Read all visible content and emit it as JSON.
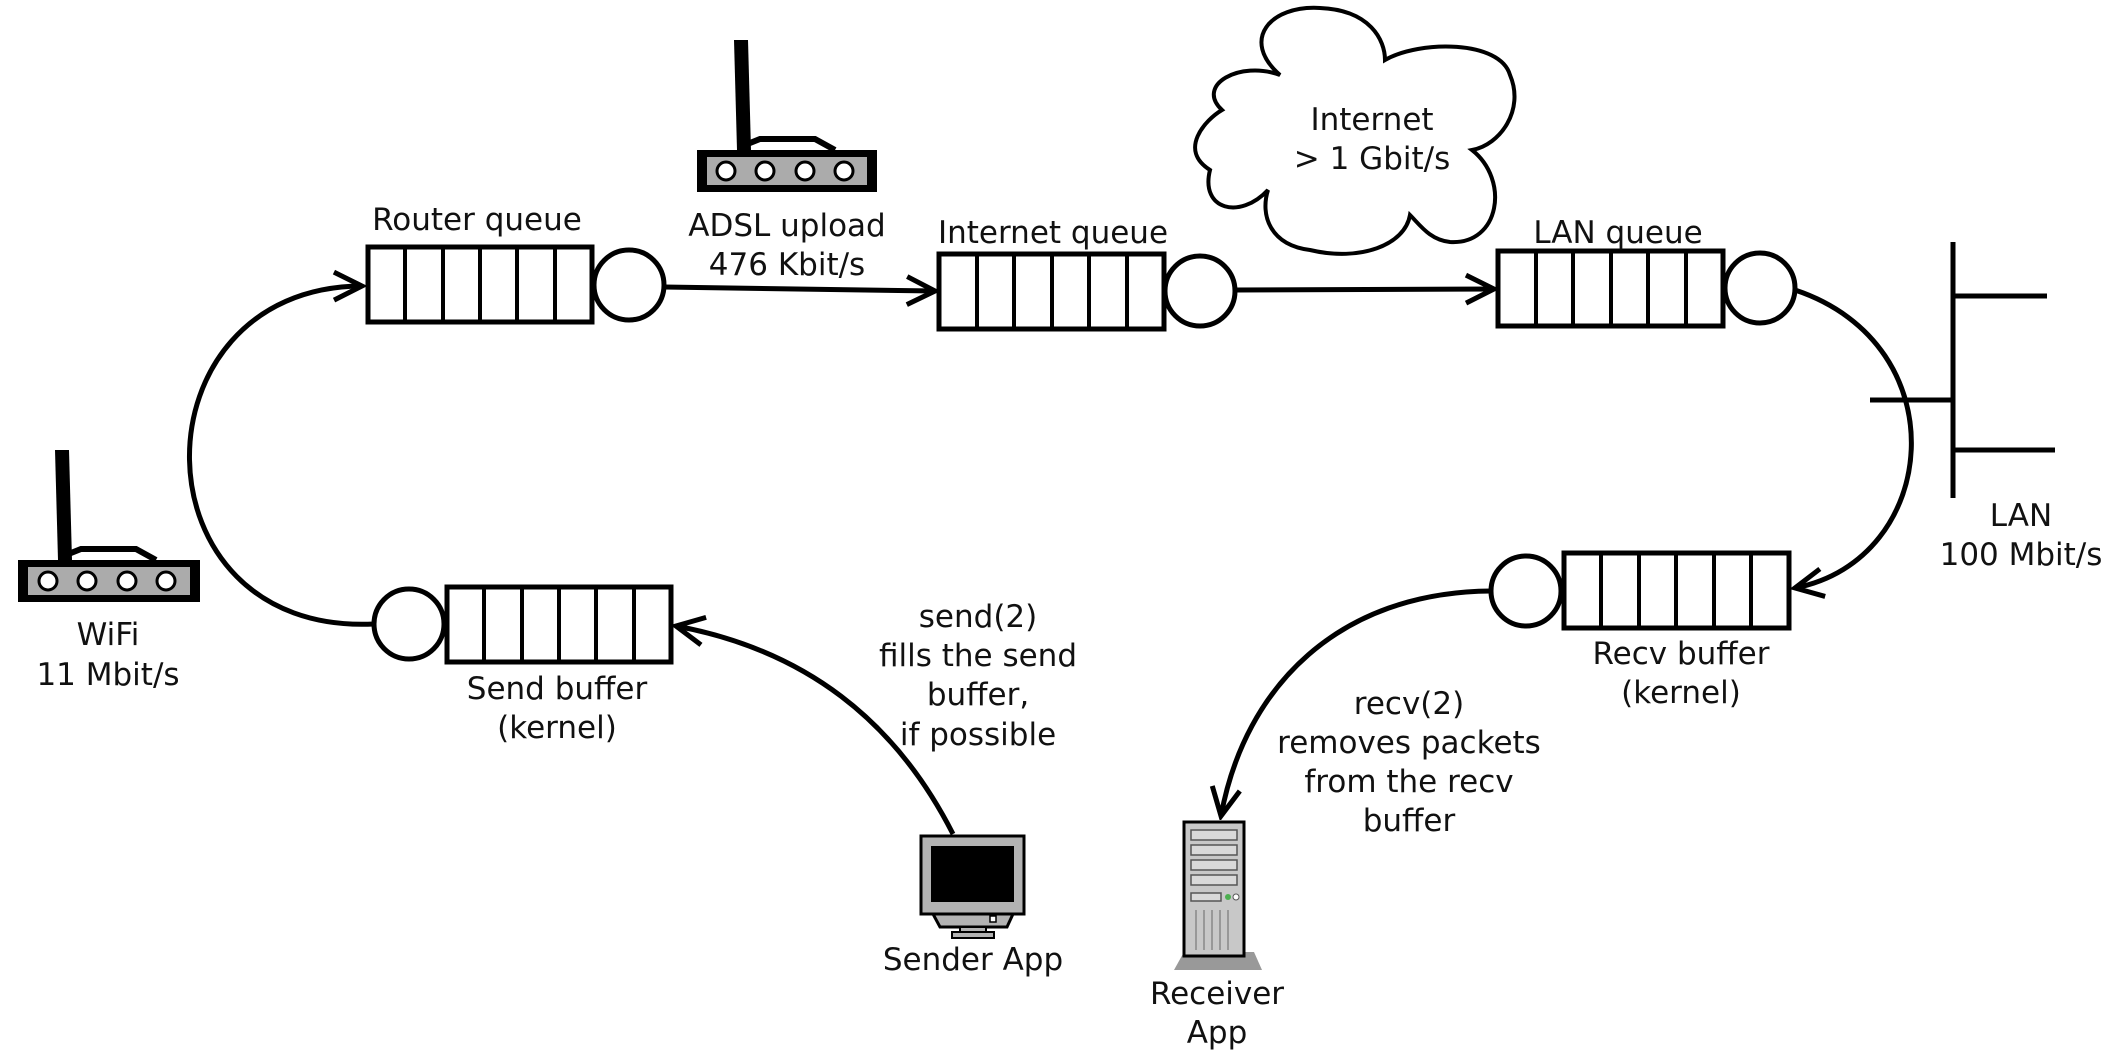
{
  "labels": {
    "router_queue": "Router queue",
    "adsl_line1": "ADSL upload",
    "adsl_line2": "476 Kbit/s",
    "internet_queue": "Internet queue",
    "cloud_line1": "Internet",
    "cloud_line2": "> 1 Gbit/s",
    "lan_queue": "LAN queue",
    "lan_line1": "LAN",
    "lan_line2": "100 Mbit/s",
    "wifi_line1": "WiFi",
    "wifi_line2": "11 Mbit/s",
    "send_buffer_line1": "Send buffer",
    "send_buffer_line2": "(kernel)",
    "recv_buffer_line1": "Recv buffer",
    "recv_buffer_line2": "(kernel)",
    "send_note": [
      "send(2)",
      "fills the send",
      "buffer,",
      "if possible"
    ],
    "recv_note": [
      "recv(2)",
      "removes packets",
      "from the recv",
      "buffer"
    ],
    "sender_app": "Sender App",
    "receiver_line1": "Receiver",
    "receiver_line2": "App"
  },
  "icons": {
    "router": "wireless-router-icon",
    "cloud": "cloud-icon",
    "monitor": "monitor-icon",
    "server": "server-tower-icon",
    "network": "network-bus-icon"
  }
}
